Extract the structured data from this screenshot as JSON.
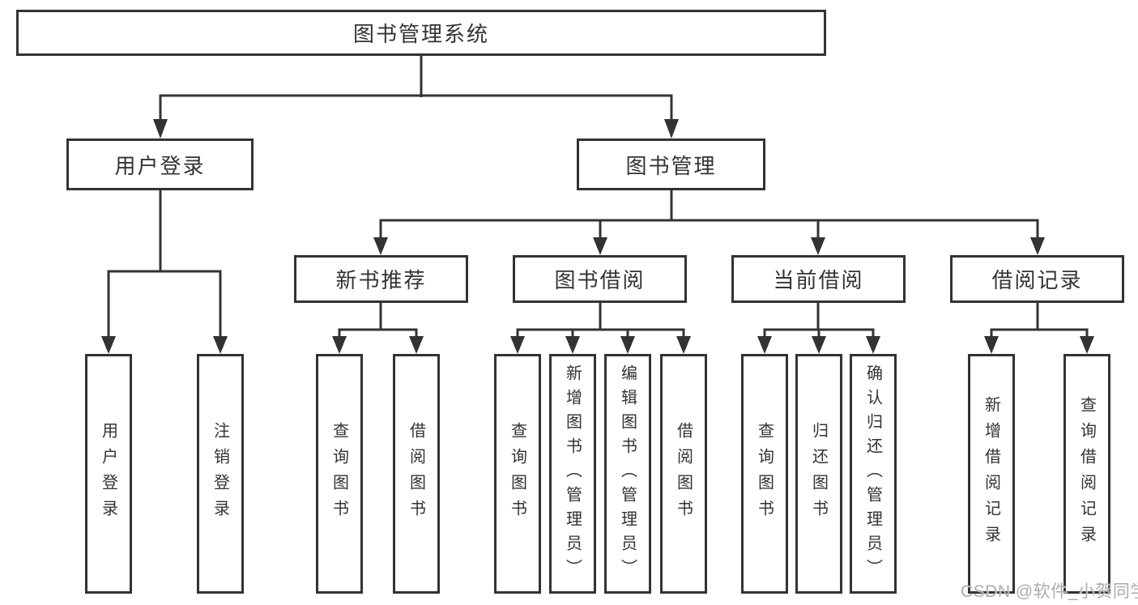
{
  "diagram": {
    "root": {
      "label": "图书管理系统"
    },
    "branches": [
      {
        "label": "用户登录",
        "children": [
          {
            "label": "用户登录"
          },
          {
            "label": "注销登录"
          }
        ]
      },
      {
        "label": "图书管理",
        "children": [
          {
            "label": "新书推荐",
            "children": [
              {
                "label": "查询图书"
              },
              {
                "label": "借阅图书"
              }
            ]
          },
          {
            "label": "图书借阅",
            "children": [
              {
                "label": "查询图书"
              },
              {
                "label": "新增图书（管理员）"
              },
              {
                "label": "编辑图书（管理员）"
              },
              {
                "label": "借阅图书"
              }
            ]
          },
          {
            "label": "当前借阅",
            "children": [
              {
                "label": "查询图书"
              },
              {
                "label": "归还图书"
              },
              {
                "label": "确认归还（管理员）"
              }
            ]
          },
          {
            "label": "借阅记录",
            "children": [
              {
                "label": "新增借阅记录"
              },
              {
                "label": "查询借阅记录"
              }
            ]
          }
        ]
      }
    ]
  },
  "watermark": {
    "text": "CSDN @软件_小贺同学"
  },
  "colors": {
    "line": "#333333",
    "text": "#333333",
    "watermark": "#a9adb0",
    "background": "#ffffff"
  }
}
